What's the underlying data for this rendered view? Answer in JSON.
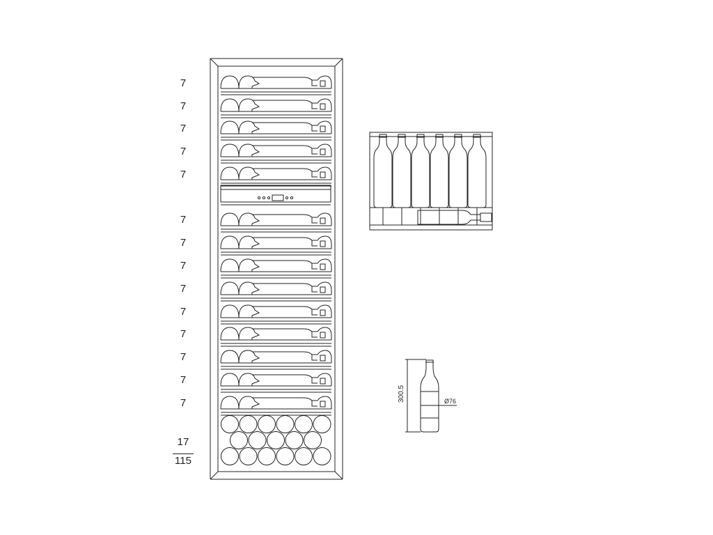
{
  "cabinet": {
    "shelf_capacities": [
      "7",
      "7",
      "7",
      "7",
      "7",
      "7",
      "7",
      "7",
      "7",
      "7",
      "7",
      "7",
      "7",
      "7"
    ],
    "bottom_capacity": "17",
    "total_capacity": "115"
  },
  "bottle": {
    "height_label": "300.5",
    "diameter_label": "Ø76"
  },
  "colors": {
    "line": "#222222",
    "background": "#ffffff"
  }
}
